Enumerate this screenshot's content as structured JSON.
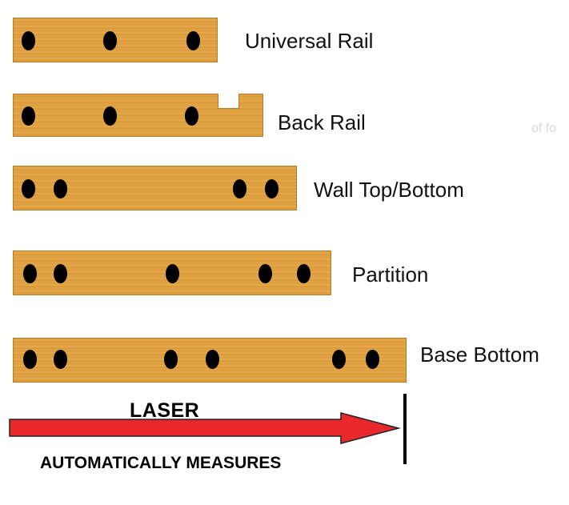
{
  "boards": [
    {
      "label": "Universal Rail",
      "holes": 3
    },
    {
      "label": "Back Rail",
      "holes": 3,
      "notch": true
    },
    {
      "label": "Wall Top/Bottom",
      "holes": 4
    },
    {
      "label": "Partition",
      "holes": 5
    },
    {
      "label": "Base Bottom",
      "holes": 6
    }
  ],
  "laser": {
    "title": "LASER",
    "subtitle": "AUTOMATICALLY MEASURES",
    "arrow_color": "#e8282a",
    "stop_color": "#000000"
  },
  "colors": {
    "wood": "#e0a446",
    "hole": "#000000"
  },
  "ghost_text": "of fo"
}
